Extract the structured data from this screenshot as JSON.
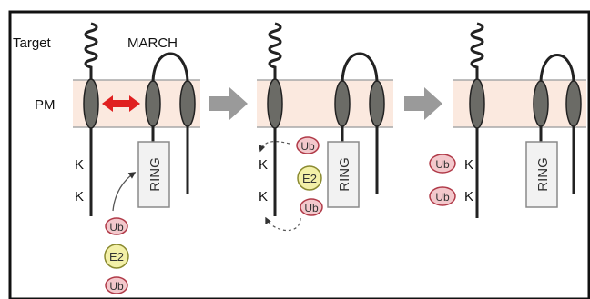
{
  "labels": {
    "target": "Target",
    "march": "MARCH",
    "pm": "PM",
    "lysine": "K",
    "ring": "RING",
    "ubiquitin": "Ub",
    "e2": "E2"
  },
  "panels": [
    {
      "step": 1,
      "ub_on_lysines": false,
      "e2_complex_position": "free-below"
    },
    {
      "step": 2,
      "ub_on_lysines": false,
      "e2_complex_position": "bound-to-RING"
    },
    {
      "step": 3,
      "ub_on_lysines": true,
      "e2_complex_position": "none"
    }
  ],
  "colors": {
    "frame": "#111111",
    "membrane_band": "#fbe9df",
    "membrane_line": "#a8a8a8",
    "protein_oval": "#6b6b66",
    "protein_line": "#333333",
    "interaction_arrow": "#e02020",
    "step_arrow": "#9a9a9a",
    "ub_fill": "#f3c8cc",
    "ub_stroke": "#b03a48",
    "e2_fill": "#f3f0a8",
    "e2_stroke": "#8a8a30",
    "ring_fill": "#f2f2f2",
    "ring_stroke": "#8a8a8a"
  }
}
